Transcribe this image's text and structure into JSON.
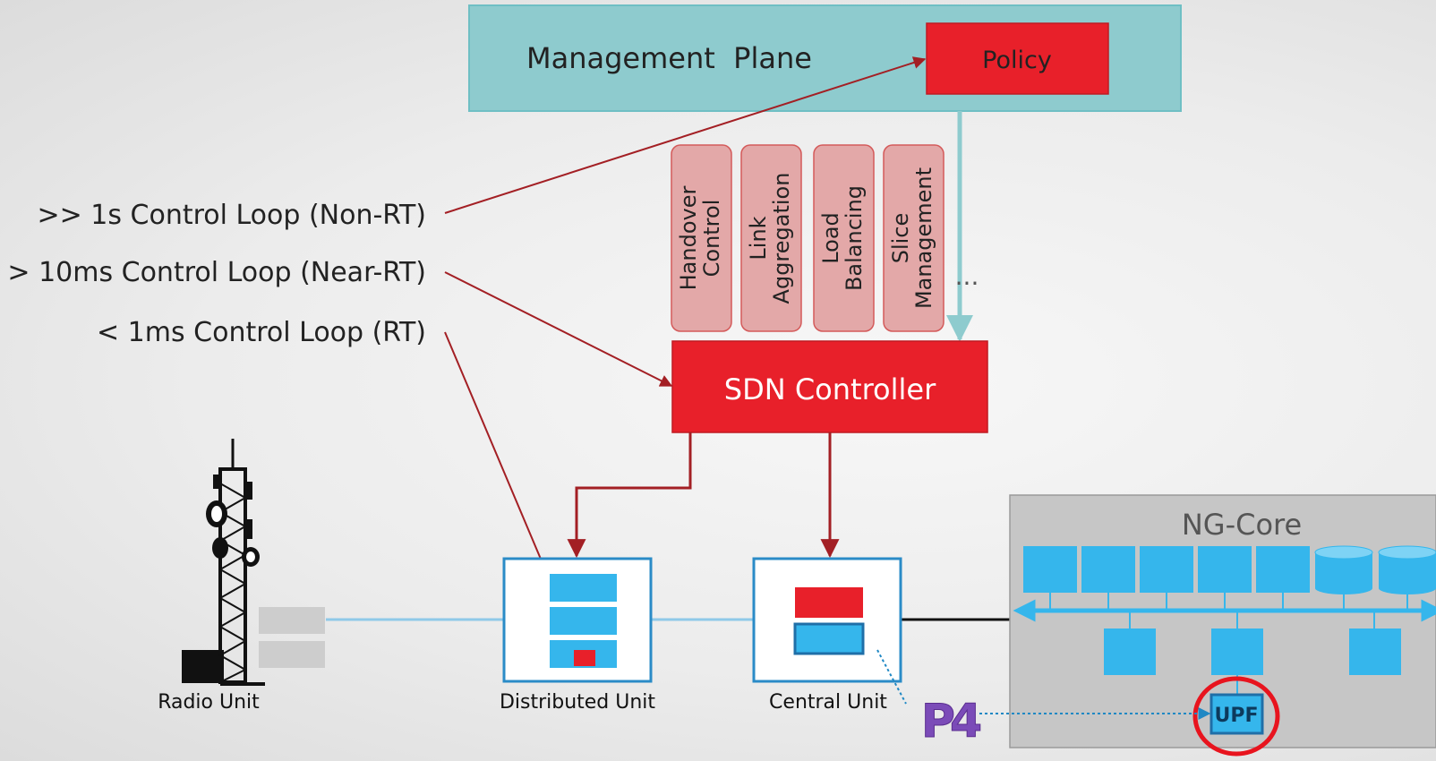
{
  "management_plane": {
    "title": "Management  Plane",
    "policy_label": "Policy"
  },
  "control_loops": [
    {
      "label": ">> 1s Control Loop (Non-RT)"
    },
    {
      "label": "> 10ms Control Loop (Near-RT)"
    },
    {
      "label": "< 1ms Control Loop (RT)"
    }
  ],
  "apps": [
    {
      "line1": "Handover",
      "line2": "Control"
    },
    {
      "line1": "Link",
      "line2": "Aggregation"
    },
    {
      "line1": "Load",
      "line2": "Balancing"
    },
    {
      "line1": "Slice",
      "line2": "Management"
    }
  ],
  "apps_more": "...",
  "sdn_controller": {
    "label": "SDN Controller"
  },
  "units": {
    "radio": "Radio Unit",
    "distributed": "Distributed Unit",
    "central": "Central Unit"
  },
  "ng_core": {
    "title": "NG-Core",
    "upf_label": "UPF"
  },
  "p4_logo": {
    "text": "P4"
  },
  "colors": {
    "red": "#e8202a",
    "teal": "#8ecbce",
    "teal_border": "#6fbfc4",
    "app_pink": "#e3a8a8",
    "blue": "#35b6ec",
    "blue_border": "#1f88c4",
    "dark_red": "#a31f24",
    "core_gray": "#c6c6c6",
    "p4_green": "#8bc53f",
    "p4_purple": "#7b4bb8"
  }
}
